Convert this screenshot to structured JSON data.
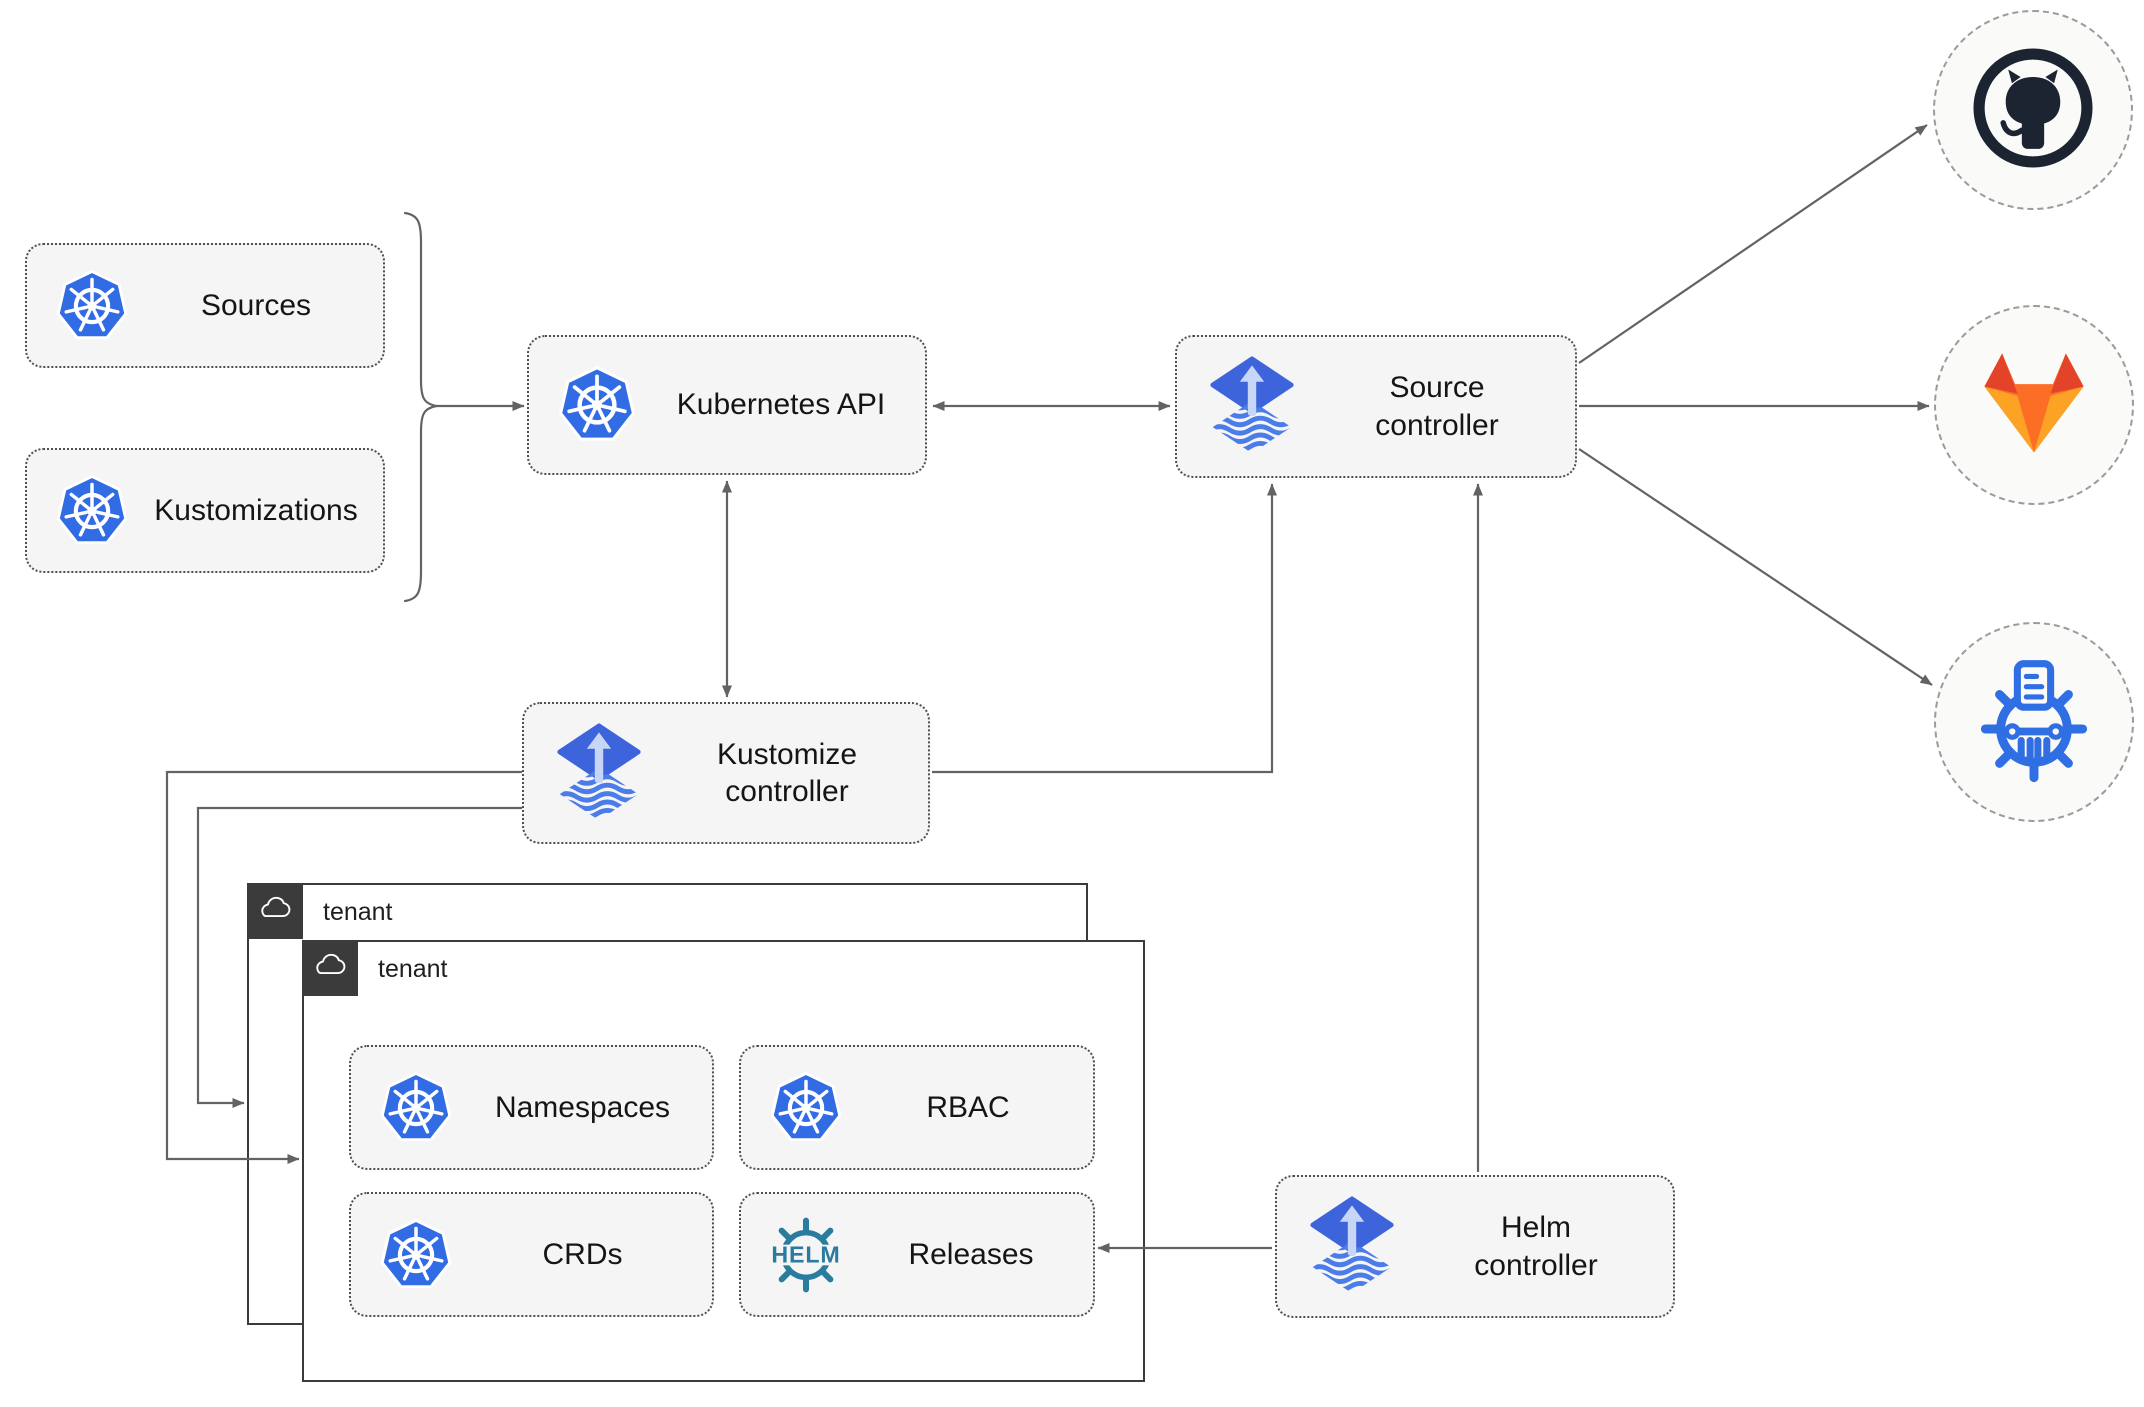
{
  "nodes": {
    "sources": {
      "label": "Sources",
      "icon": "kubernetes"
    },
    "kustomizations": {
      "label": "Kustomizations",
      "icon": "kubernetes"
    },
    "kubernetes_api": {
      "label": "Kubernetes API",
      "icon": "kubernetes"
    },
    "source_controller": {
      "label": "Source controller",
      "label_lines": [
        "Source",
        "controller"
      ],
      "icon": "flux"
    },
    "kustomize_controller": {
      "label": "Kustomize controller",
      "label_lines": [
        "Kustomize",
        "controller"
      ],
      "icon": "flux"
    },
    "helm_controller": {
      "label": "Helm controller",
      "label_lines": [
        "Helm",
        "controller"
      ],
      "icon": "flux"
    },
    "namespaces": {
      "label": "Namespaces",
      "icon": "kubernetes"
    },
    "rbac": {
      "label": "RBAC",
      "icon": "kubernetes"
    },
    "crds": {
      "label": "CRDs",
      "icon": "kubernetes"
    },
    "releases": {
      "label": "Releases",
      "icon": "helm"
    }
  },
  "containers": {
    "tenant_back": {
      "label": "tenant",
      "icon": "cloud"
    },
    "tenant_front": {
      "label": "tenant",
      "icon": "cloud"
    }
  },
  "remotes": {
    "github": {
      "icon": "github-octocat-logo"
    },
    "gitlab": {
      "icon": "gitlab-fox-logo"
    },
    "registry": {
      "icon": "container-registry-wheel-logo"
    }
  },
  "icons": {
    "kubernetes": "kubernetes-wheel",
    "flux": "flux-diamond-arrow",
    "helm": "helm-ship-wheel",
    "helm_logo_text": "HELM",
    "cloud": "cloud-outline",
    "github": "github-octocat",
    "gitlab": "gitlab-fox",
    "registry": "container-registry-wheel"
  },
  "edges": [
    {
      "from": "sources+kustomizations brace",
      "to": "kubernetes_api",
      "arrow": "end"
    },
    {
      "from": "kubernetes_api",
      "to": "source_controller",
      "arrow": "both"
    },
    {
      "from": "kubernetes_api",
      "to": "kustomize_controller",
      "arrow": "both"
    },
    {
      "from": "kustomize_controller",
      "to": "source_controller",
      "arrow": "end"
    },
    {
      "from": "helm_controller",
      "to": "source_controller",
      "arrow": "end"
    },
    {
      "from": "helm_controller",
      "to": "releases",
      "arrow": "end"
    },
    {
      "from": "kustomize_controller",
      "to": "tenant_front",
      "arrow": "end"
    },
    {
      "from": "kustomize_controller",
      "to": "tenant_back",
      "arrow": "end"
    },
    {
      "from": "source_controller",
      "to": "github",
      "arrow": "end"
    },
    {
      "from": "source_controller",
      "to": "gitlab",
      "arrow": "end"
    },
    {
      "from": "source_controller",
      "to": "registry",
      "arrow": "end"
    }
  ],
  "colors": {
    "kubernetes_blue": "#326ce5",
    "flux_blue": "#3d64db",
    "flux_light": "#c7d6f6",
    "flux_stripe": "#4c7ce8",
    "helm_teal": "#2a7c9e",
    "github_dark": "#1b2430",
    "gitlab_red": "#e24329",
    "gitlab_orange": "#fc6d26",
    "gitlab_amber": "#fca326",
    "registry_blue": "#2f6ee3",
    "edge_gray": "#636363",
    "node_fill": "#f5f5f5",
    "node_border": "#4f4f4f",
    "tenant_border": "#3b3b3b",
    "circle_fill": "#fafaf8",
    "circle_border": "#9b9b9b"
  }
}
